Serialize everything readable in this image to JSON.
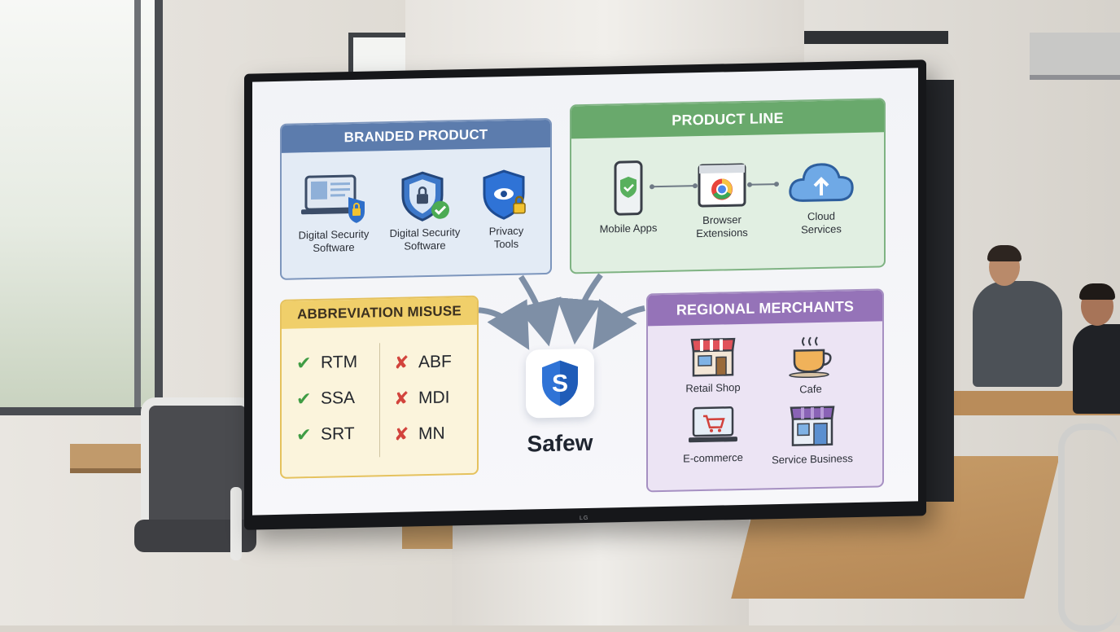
{
  "screen": {
    "brand": {
      "name": "Safew",
      "logo_letter": "S",
      "color": "#2f73d6"
    },
    "branded_product": {
      "title": "BRANDED PRODUCT",
      "items": [
        {
          "line1": "Digital Security",
          "line2": "Software",
          "icon": "laptop-lock-icon"
        },
        {
          "line1": "Digital Security",
          "line2": "Software",
          "icon": "shield-lock-check-icon"
        },
        {
          "line1": "Privacy",
          "line2": "Tools",
          "icon": "privacy-shield-icon"
        }
      ]
    },
    "product_line": {
      "title": "PRODUCT LINE",
      "items": [
        {
          "line1": "Mobile Apps",
          "line2": "",
          "icon": "smartphone-shield-icon"
        },
        {
          "line1": "Browser",
          "line2": "Extensions",
          "icon": "browser-window-icon"
        },
        {
          "line1": "Cloud",
          "line2": "Services",
          "icon": "cloud-upload-icon"
        }
      ]
    },
    "abbreviation_misuse": {
      "title": "ABBREVIATION MISUSE",
      "correct": [
        "RTM",
        "SSA",
        "SRT"
      ],
      "incorrect": [
        "ABF",
        "MDI",
        "MN"
      ]
    },
    "regional_merchants": {
      "title": "REGIONAL MERCHANTS",
      "items": [
        {
          "label": "Retail Shop",
          "icon": "storefront-icon"
        },
        {
          "label": "Cafe",
          "icon": "coffee-cup-icon"
        },
        {
          "label": "E-commerce",
          "icon": "laptop-cart-icon"
        },
        {
          "label": "Service Business",
          "icon": "shop-building-icon"
        }
      ]
    },
    "tv_brand": "LG"
  },
  "colors": {
    "branded_header": "#5c7cad",
    "product_line_header": "#69a96c",
    "abbreviation_header": "#f0cf6a",
    "regional_header": "#9573b8",
    "check": "#3f9c44",
    "cross": "#d2433c"
  }
}
